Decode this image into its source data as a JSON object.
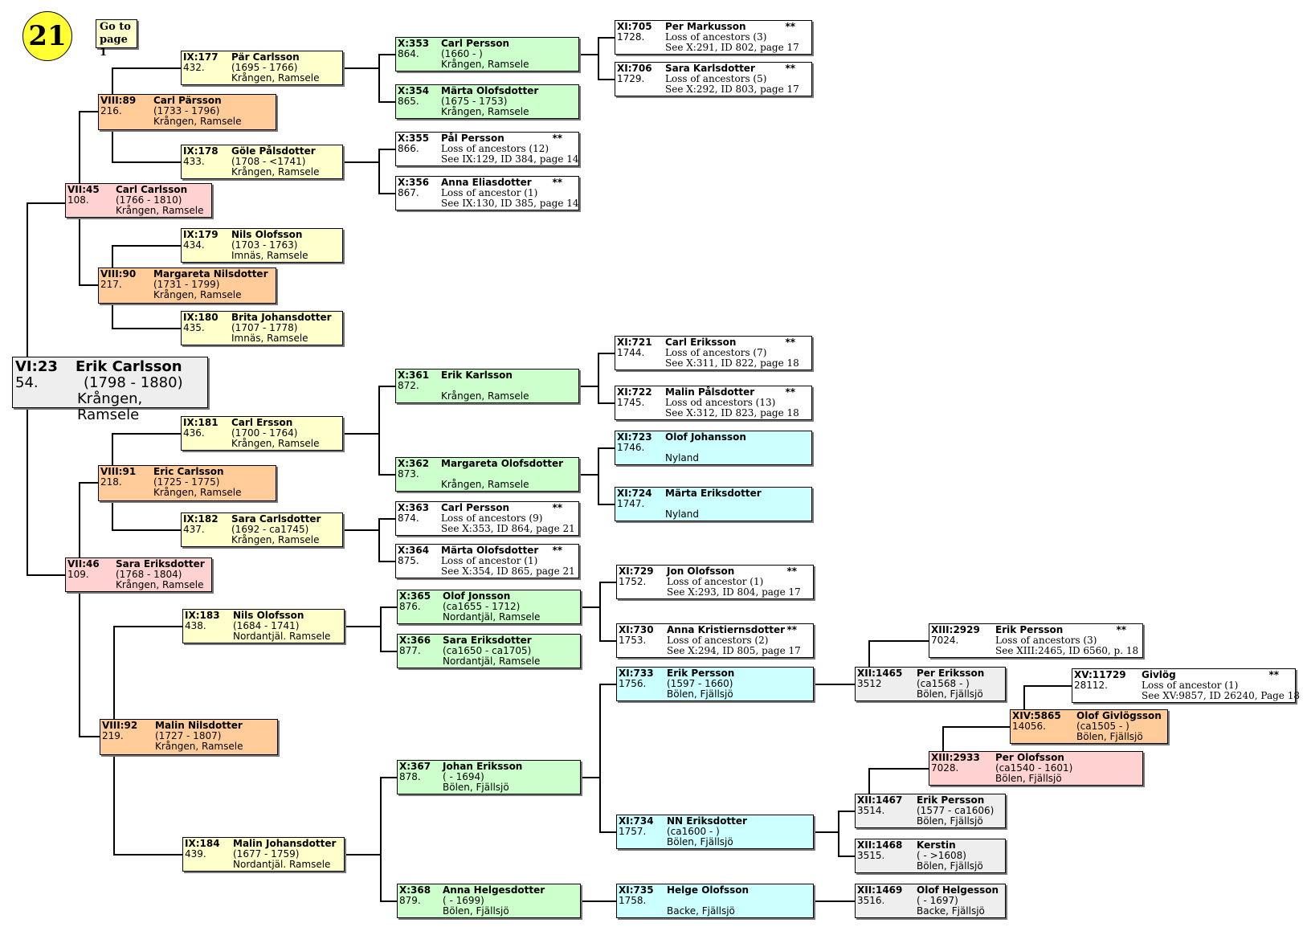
{
  "page_badge": "21",
  "goto_link": "Go to page 1",
  "root": {
    "gen": "VI:23",
    "name": "Erik Carlsson",
    "num": "54.",
    "dates": "(1798 - 1880)",
    "place": "Krången, Ramsele"
  },
  "persons": [
    {
      "gen": "VII:45",
      "name": "Carl Carlsson",
      "num": "108.",
      "l2": "(1766 - 1810)",
      "l3": "Krången, Ramsele",
      "mark": ""
    },
    {
      "gen": "VII:46",
      "name": "Sara Eriksdotter",
      "num": "109.",
      "l2": "(1768 - 1804)",
      "l3": "Krången, Ramsele",
      "mark": ""
    },
    {
      "gen": "VIII:89",
      "name": "Carl Pärsson",
      "num": "216.",
      "l2": "(1733 - 1796)",
      "l3": "Krången, Ramsele",
      "mark": ""
    },
    {
      "gen": "VIII:90",
      "name": "Margareta Nilsdotter",
      "num": "217.",
      "l2": "(1731 - 1799)",
      "l3": "Krången, Ramsele",
      "mark": ""
    },
    {
      "gen": "VIII:91",
      "name": "Eric Carlsson",
      "num": "218.",
      "l2": "(1725 - 1775)",
      "l3": "Krången, Ramsele",
      "mark": ""
    },
    {
      "gen": "VIII:92",
      "name": "Malin Nilsdotter",
      "num": "219.",
      "l2": "(1727 - 1807)",
      "l3": "Krången, Ramsele",
      "mark": ""
    },
    {
      "gen": "IX:177",
      "name": "Pär Carlsson",
      "num": "432.",
      "l2": "(1695 - 1766)",
      "l3": "Krången, Ramsele",
      "mark": ""
    },
    {
      "gen": "IX:178",
      "name": "Göle Pålsdotter",
      "num": "433.",
      "l2": "(1708 - <1741)",
      "l3": "Krången, Ramsele",
      "mark": ""
    },
    {
      "gen": "IX:179",
      "name": "Nils Olofsson",
      "num": "434.",
      "l2": "(1703 - 1763)",
      "l3": "Imnäs, Ramsele",
      "mark": ""
    },
    {
      "gen": "IX:180",
      "name": "Brita Johansdotter",
      "num": "435.",
      "l2": "(1707 - 1778)",
      "l3": "Imnäs, Ramsele",
      "mark": ""
    },
    {
      "gen": "IX:181",
      "name": "Carl Ersson",
      "num": "436.",
      "l2": "(1700 - 1764)",
      "l3": "Krången, Ramsele",
      "mark": ""
    },
    {
      "gen": "IX:182",
      "name": "Sara Carlsdotter",
      "num": "437.",
      "l2": "(1692 - ca1745)",
      "l3": "Krången, Ramsele",
      "mark": ""
    },
    {
      "gen": "IX:183",
      "name": "Nils Olofsson",
      "num": "438.",
      "l2": "(1684 - 1741)",
      "l3": "Nordantjäl. Ramsele",
      "mark": ""
    },
    {
      "gen": "IX:184",
      "name": "Malin Johansdotter",
      "num": "439.",
      "l2": "(1677 - 1759)",
      "l3": "Nordantjäl. Ramsele",
      "mark": ""
    },
    {
      "gen": "X:353",
      "name": "Carl Persson",
      "num": "864.",
      "l2": "(1660 - )",
      "l3": "Krången, Ramsele",
      "mark": ""
    },
    {
      "gen": "X:354",
      "name": "Märta Olofsdotter",
      "num": "865.",
      "l2": "(1675 - 1753)",
      "l3": "Krången, Ramsele",
      "mark": ""
    },
    {
      "gen": "X:355",
      "name": "Pål Persson",
      "num": "866.",
      "l2": "Loss of ancestors (12)",
      "l3": "See IX:129, ID 384, page 14",
      "mark": "**"
    },
    {
      "gen": "X:356",
      "name": "Anna Eliasdotter",
      "num": "867.",
      "l2": "Loss of ancestor (1)",
      "l3": "See IX:130, ID 385, page 14",
      "mark": "**"
    },
    {
      "gen": "X:361",
      "name": "Erik Karlsson",
      "num": "872.",
      "l2": "",
      "l3": "Krången, Ramsele",
      "mark": ""
    },
    {
      "gen": "X:362",
      "name": "Margareta Olofsdotter",
      "num": "873.",
      "l2": "",
      "l3": "Krången, Ramsele",
      "mark": ""
    },
    {
      "gen": "X:363",
      "name": "Carl Persson",
      "num": "874.",
      "l2": "Loss of ancestors (9)",
      "l3": "See X:353, ID 864, page 21",
      "mark": "**"
    },
    {
      "gen": "X:364",
      "name": "Märta Olofsdotter",
      "num": "875.",
      "l2": "Loss of ancestor (1)",
      "l3": "See X:354, ID 865, page 21",
      "mark": "**"
    },
    {
      "gen": "X:365",
      "name": "Olof Jonsson",
      "num": "876.",
      "l2": "(ca1655 - 1712)",
      "l3": "Nordantjäl, Ramsele",
      "mark": ""
    },
    {
      "gen": "X:366",
      "name": "Sara Eriksdotter",
      "num": "877.",
      "l2": "(ca1650 - ca1705)",
      "l3": "Nordantjäl, Ramsele",
      "mark": ""
    },
    {
      "gen": "X:367",
      "name": "Johan Eriksson",
      "num": "878.",
      "l2": "( - 1694)",
      "l3": "Bölen, Fjällsjö",
      "mark": ""
    },
    {
      "gen": "X:368",
      "name": "Anna Helgesdotter",
      "num": "879.",
      "l2": "( - 1699)",
      "l3": "Bölen, Fjällsjö",
      "mark": ""
    },
    {
      "gen": "XI:705",
      "name": "Per Markusson",
      "num": "1728.",
      "l2": "Loss of ancestors (3)",
      "l3": "See X:291, ID 802, page 17",
      "mark": "**"
    },
    {
      "gen": "XI:706",
      "name": "Sara Karlsdotter",
      "num": "1729.",
      "l2": "Loss of ancestors (5)",
      "l3": "See X:292, ID 803, page 17",
      "mark": "**"
    },
    {
      "gen": "XI:721",
      "name": "Carl Eriksson",
      "num": "1744.",
      "l2": "Loss of ancestors (7)",
      "l3": "See X:311, ID 822, page 18",
      "mark": "**"
    },
    {
      "gen": "XI:722",
      "name": "Malin Pålsdotter",
      "num": "1745.",
      "l2": "Loss od ancestors (13)",
      "l3": "See X:312, ID 823, page 18",
      "mark": "**"
    },
    {
      "gen": "XI:723",
      "name": "Olof Johansson",
      "num": "1746.",
      "l2": "",
      "l3": "Nyland",
      "mark": ""
    },
    {
      "gen": "XI:724",
      "name": "Märta Eriksdotter",
      "num": "1747.",
      "l2": "",
      "l3": "Nyland",
      "mark": ""
    },
    {
      "gen": "XI:729",
      "name": "Jon Olofsson",
      "num": "1752.",
      "l2": "Loss of ancestor (1)",
      "l3": "See X:293, ID 804, page 17",
      "mark": "**"
    },
    {
      "gen": "XI:730",
      "name": "Anna Kristiernsdotter",
      "num": "1753.",
      "l2": "Loss of ancestors (2)",
      "l3": "See X:294, ID 805, page 17",
      "mark": "**"
    },
    {
      "gen": "XI:733",
      "name": "Erik Persson",
      "num": "1756.",
      "l2": "(1597 - 1660)",
      "l3": "Bölen, Fjällsjö",
      "mark": ""
    },
    {
      "gen": "XI:734",
      "name": "NN Eriksdotter",
      "num": "1757.",
      "l2": "(ca1600 - )",
      "l3": "Bölen, Fjällsjö",
      "mark": ""
    },
    {
      "gen": "XI:735",
      "name": "Helge Olofsson",
      "num": "1758.",
      "l2": "",
      "l3": "Backe, Fjällsjö",
      "mark": ""
    },
    {
      "gen": "XII:1465",
      "name": "Per Eriksson",
      "num": "3512",
      "l2": "(ca1568 - )",
      "l3": "Bölen, Fjällsjö",
      "mark": ""
    },
    {
      "gen": "XII:1467",
      "name": "Erik Persson",
      "num": "3514.",
      "l2": "(1577 - ca1606)",
      "l3": "Bölen, Fjällsjö",
      "mark": ""
    },
    {
      "gen": "XII:1468",
      "name": "Kerstin",
      "num": "3515.",
      "l2": "( - >1608)",
      "l3": "Bölen, Fjällsjö",
      "mark": ""
    },
    {
      "gen": "XII:1469",
      "name": "Olof Helgesson",
      "num": "3516.",
      "l2": "( - 1697)",
      "l3": "Backe, Fjällsjö",
      "mark": ""
    },
    {
      "gen": "XIII:2929",
      "name": "Erik Persson",
      "num": "7024.",
      "l2": "Loss of ancestors (3)",
      "l3": "See XIII:2465, ID 6560, p. 18",
      "mark": "**"
    },
    {
      "gen": "XIII:2933",
      "name": "Per Olofsson",
      "num": "7028.",
      "l2": "(ca1540 - 1601)",
      "l3": "Bölen, Fjällsjö",
      "mark": ""
    },
    {
      "gen": "XIV:5865",
      "name": "Olof Givlögsson",
      "num": "14056.",
      "l2": "(ca1505 - )",
      "l3": "Bölen, Fjällsjö",
      "mark": ""
    },
    {
      "gen": "XV:11729",
      "name": "Givlög",
      "num": "28112.",
      "l2": "Loss of ancestor (1)",
      "l3": "See XV:9857, ID 26240, Page 18",
      "mark": "**"
    }
  ]
}
